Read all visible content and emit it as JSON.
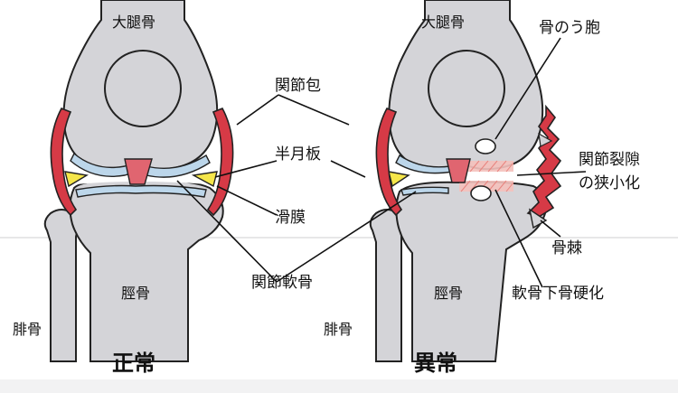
{
  "colors": {
    "bone": "#d4d4d8",
    "bone_outline": "#222222",
    "capsule": "#d63a46",
    "cartilage": "#bcd6ea",
    "meniscus": "#f2a7ad",
    "synovial_fluid": "#f5e64a",
    "sclerosis": "#e8847f",
    "background_page": "#ffffff"
  },
  "normal": {
    "femur": "大腿骨",
    "tibia": "脛骨",
    "fibula": "腓骨",
    "caption": "正常"
  },
  "abnormal": {
    "femur": "大腿骨",
    "tibia": "脛骨",
    "fibula": "腓骨",
    "caption": "異常"
  },
  "labels": {
    "capsule": "関節包",
    "meniscus": "半月板",
    "synovium": "滑膜",
    "cartilage": "関節軟骨",
    "cyst": "骨のう胞",
    "narrowing_line1": "関節裂隙",
    "narrowing_line2": "の狭小化",
    "osteophyte": "骨棘",
    "sclerosis": "軟骨下骨硬化"
  }
}
